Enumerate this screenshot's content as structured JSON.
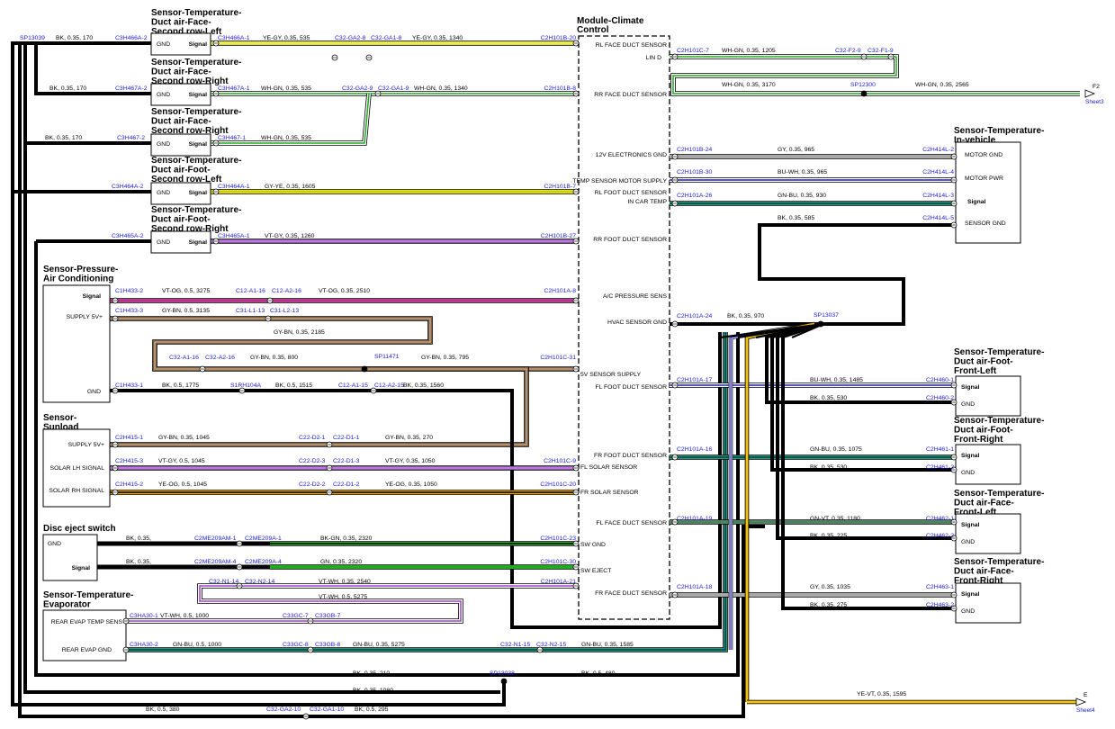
{
  "module": {
    "title_lines": [
      "Module-Climate",
      "Control"
    ],
    "signals": [
      {
        "id": "rlface",
        "label": "RL FACE DUCT SENSOR"
      },
      {
        "id": "lind",
        "label": "LIN D"
      },
      {
        "id": "rrface",
        "label": "RR FACE DUCT SENSOR"
      },
      {
        "id": "gnd12",
        "label": "12V ELECTRONICS GND"
      },
      {
        "id": "tmp",
        "label": "TEMP SENSOR MOTOR SUPPLY"
      },
      {
        "id": "rlfoot",
        "label": "RL FOOT DUCT SENSOR"
      },
      {
        "id": "incar",
        "label": "IN CAR TEMP"
      },
      {
        "id": "rrfoot",
        "label": "RR FOOT DUCT SENSOR"
      },
      {
        "id": "acp",
        "label": "A/C PRESSURE SENS"
      },
      {
        "id": "hvacgnd",
        "label": "HVAC SENSOR GND"
      },
      {
        "id": "s5v",
        "label": "5V SENSOR SUPPLY"
      },
      {
        "id": "flfoot",
        "label": "FL FOOT DUCT SENSOR"
      },
      {
        "id": "frfoot",
        "label": "FR FOOT DUCT SENSOR"
      },
      {
        "id": "flsolar",
        "label": "FL SOLAR SENSOR"
      },
      {
        "id": "frsolar",
        "label": "FR SOLAR SENSOR"
      },
      {
        "id": "flface",
        "label": "FL FACE DUCT SENSOR"
      },
      {
        "id": "swgnd",
        "label": "SW GND"
      },
      {
        "id": "swej",
        "label": "SW EJECT"
      },
      {
        "id": "frface",
        "label": "FR FACE DUCT SENSOR"
      }
    ]
  },
  "components": [
    {
      "id": "rlface",
      "title": [
        "Sensor-Temperature-",
        "Duct air-Face-",
        "Second row-Left"
      ],
      "pins": [
        "GND",
        "Signal"
      ]
    },
    {
      "id": "rrface",
      "title": [
        "Sensor-Temperature-",
        "Duct air-Face-",
        "Second row-Right"
      ],
      "pins": [
        "GND",
        "Signal"
      ]
    },
    {
      "id": "rlface2",
      "title": [
        "Sensor-Temperature-",
        "Duct air-Face-",
        "Second row-Right"
      ],
      "pins": [
        "GND",
        "Signal"
      ]
    },
    {
      "id": "rlfoot",
      "title": [
        "Sensor-Temperature-",
        "Duct air-Foot-",
        "Second row-Left"
      ],
      "pins": [
        "GND",
        "Signal"
      ]
    },
    {
      "id": "rrfoot",
      "title": [
        "Sensor-Temperature-",
        "Duct air-Foot-",
        "Second row-Right"
      ],
      "pins": [
        "GND",
        "Signal"
      ]
    },
    {
      "id": "press",
      "title": [
        "Sensor-Pressure-",
        "Air Conditioning"
      ],
      "pins": [
        "Signal",
        "SUPPLY 5V+",
        "GND"
      ]
    },
    {
      "id": "sun",
      "title": [
        "Sensor-",
        "Sunload"
      ],
      "pins": [
        "SUPPLY 5V+",
        "SOLAR LH SIGNAL",
        "SOLAR RH SIGNAL"
      ]
    },
    {
      "id": "disc",
      "title": [
        "Disc eject switch"
      ],
      "pins": [
        "GND",
        "Signal"
      ]
    },
    {
      "id": "evap",
      "title": [
        "Sensor-Temperature-",
        "Evaporator"
      ],
      "pins": [
        "REAR EVAP TEMP SENS",
        "REAR EVAP GND"
      ]
    },
    {
      "id": "incar",
      "title": [
        "Sensor-Temperature-",
        "In-vehicle"
      ],
      "pins": [
        "MOTOR GND",
        "MOTOR PWR",
        "Signal",
        "SENSOR GND"
      ]
    },
    {
      "id": "flfoot",
      "title": [
        "Sensor-Temperature-",
        "Duct air-Foot-",
        "Front-Left"
      ],
      "pins": [
        "Signal",
        "GND"
      ]
    },
    {
      "id": "frfoot",
      "title": [
        "Sensor-Temperature-",
        "Duct air-Foot-",
        "Front-Right"
      ],
      "pins": [
        "Signal",
        "GND"
      ]
    },
    {
      "id": "flface",
      "title": [
        "Sensor-Temperature-",
        "Duct air-Face-",
        "Front-Left"
      ],
      "pins": [
        "Signal",
        "GND"
      ]
    },
    {
      "id": "frface",
      "title": [
        "Sensor-Temperature-",
        "Duct air-Face-",
        "Front-Right"
      ],
      "pins": [
        "Signal",
        "GND"
      ]
    }
  ],
  "splices": [
    "SP13039",
    "SP12300",
    "SP11471",
    "SP13037",
    "SP13038",
    "S1RH104A"
  ],
  "offsheet": [
    {
      "label": "F2",
      "sheet": "Sheet3"
    },
    {
      "label": "E",
      "sheet": "Sheet4"
    }
  ],
  "pin_labels": [
    "C3H466A-2",
    "C3H466A-1",
    "C32-GA2-8",
    "C32-GA1-8",
    "C2H101B-20",
    "C2H101C-7",
    "C32-F2-9",
    "C32-F1-9",
    "C3H467A-2",
    "C3H467A-1",
    "C32-GA2-9",
    "C32-GA1-9",
    "C2H101B-8",
    "C3H467-2",
    "C3H467-1",
    "C2H101B-24",
    "C2H414L-2",
    "C2H101B-30",
    "C2H414L-4",
    "C2H101A-26",
    "C2H414L-3",
    "C2H414L-5",
    "C3H464A-2",
    "C3H464A-1",
    "C2H101B-7",
    "C3H465A-2",
    "C3H465A-1",
    "C2H101B-27",
    "C1H433-2",
    "C12-A1-16",
    "C12-A2-16",
    "C2H101A-8",
    "C1H433-3",
    "C31-L1-13",
    "C31-L2-13",
    "C32-A1-16",
    "C32-A2-16",
    "C2H101C-31",
    "C2H101A-24",
    "C1H433-1",
    "C12-A1-15",
    "C12-A2-15",
    "C2H101A-17",
    "C2H460-1",
    "C2H460-2",
    "C2H415-1",
    "C22-D2-1",
    "C22-D1-1",
    "C2H415-3",
    "C22-D2-3",
    "C22-D1-3",
    "C2H101C-9",
    "C2H415-2",
    "C22-D2-2",
    "C22-D1-2",
    "C2H101C-20",
    "C2H101A-16",
    "C2H461-1",
    "C2H461-2",
    "C2ME209AM-1",
    "C2ME209A-1",
    "C2H101C-23",
    "C2ME209AM-4",
    "C2ME209A-4",
    "C2H101C-30",
    "C2H101A-19",
    "C2H462-1",
    "C2H462-2",
    "C32-N1-14",
    "C32-N2-14",
    "C2H101A-21",
    "C2H101A-18",
    "C2H463-1",
    "C2H463-2",
    "C3HA30-1",
    "C33GC-7",
    "C33GB-7",
    "C3HA30-2",
    "C33GC-8",
    "C33GB-8",
    "C32-N1-15",
    "C32-N2-15",
    "C32-GA2-10",
    "C32-GA1-10"
  ],
  "wire_labels": [
    "BK, 0.35, 170",
    "YE-GY, 0.35, 535",
    "YE-GY, 0.35, 1340",
    "WH-GN, 0.35, 1205",
    "WH-GN, 0.35, 535",
    "WH-GN, 0.35, 1340",
    "WH-GN, 0.35, 3170",
    "WH-GN, 0.35, 2565",
    "GY, 0.35, 965",
    "BU-WH, 0.35, 965",
    "GN-BU, 0.35, 930",
    "BK, 0.35, 585",
    "GY-YE, 0.35, 1605",
    "VT-GY, 0.35, 1260",
    "VT-OG, 0.5, 3275",
    "VT-OG, 0.35, 2510",
    "GY-BN, 0.5, 3135",
    "GY-BN, 0.35, 2185",
    "GY-BN, 0.35, 800",
    "GY-BN, 0.35, 795",
    "BK, 0.35, 970",
    "BK, 0.5, 1775",
    "BK, 0.5, 1515",
    "BK, 0.35, 1560",
    "BU-WH, 0.35, 1485",
    "BK, 0.35, 530",
    "GY-BN, 0.35, 1045",
    "GY-BN, 0.35, 270",
    "VT-GY, 0.5, 1045",
    "VT-GY, 0.35, 1050",
    "GN-BU, 0.35, 1075",
    "YE-OG, 0.5, 1045",
    "YE-OG, 0.35, 1050",
    "BK, 0.35,",
    "BK-GN, 0.35, 2320",
    "GN-VT, 0.35, 1180",
    "BK, 0.35, 225",
    "GN, 0.35, 2320",
    "VT-WH, 0.35, 2540",
    "VT-WH, 0.5, 5275",
    "GY, 0.35, 1035",
    "BK, 0.35, 275",
    "VT-WH, 0.5, 1000",
    "GN-BU, 0.5, 1000",
    "GN-BU, 0.35, 5275",
    "GN-BU, 0.35, 1585",
    "BK, 0.35, 210",
    "BK, 0.5, 480",
    "BK, 0.35, 1080",
    "YE-VT, 0.35, 1595",
    "BK, 0.5, 380",
    "BK, 0.5, 295"
  ],
  "colors": {
    "black": "#000000",
    "yellow": "#e6e600",
    "green": "#22aa22",
    "violet": "#a040d0",
    "grey": "#a8a8a8",
    "blue": "#1a1ad6",
    "orange": "#f0a000",
    "red": "#e03020",
    "brown": "#8b5a2b"
  }
}
